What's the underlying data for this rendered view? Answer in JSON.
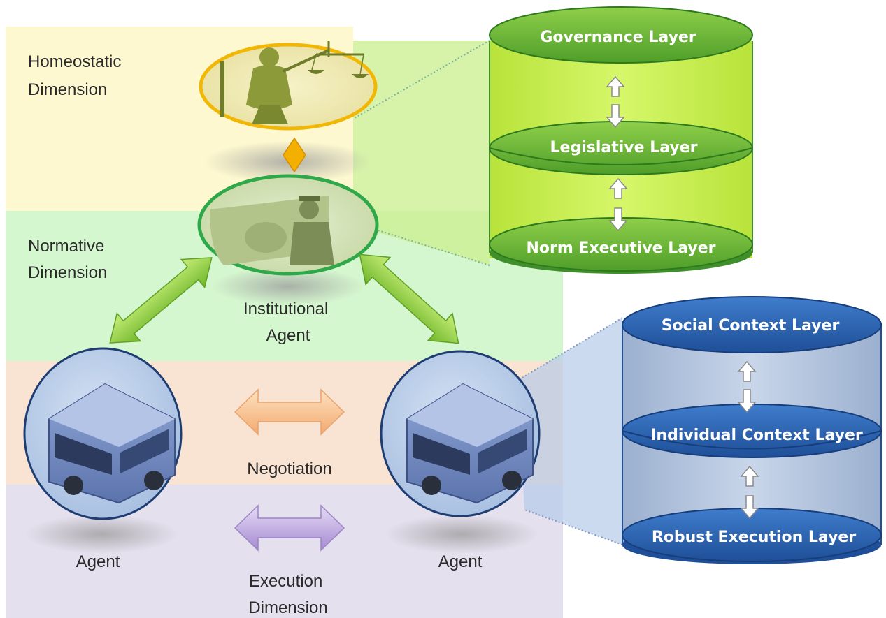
{
  "dimensions": {
    "homeostatic": [
      "Homeostatic",
      "Dimension"
    ],
    "normative": [
      "Normative",
      "Dimension"
    ],
    "execution": [
      "Execution",
      "Dimension"
    ]
  },
  "nodes": {
    "institutional_agent": [
      "Institutional",
      "Agent"
    ],
    "agent_left": "Agent",
    "agent_right": "Agent",
    "negotiation": "Negotiation"
  },
  "institutional_stack": {
    "layers": [
      "Governance Layer",
      "Legislative Layer",
      "Norm Executive Layer"
    ]
  },
  "agent_stack": {
    "layers": [
      "Social Context Layer",
      "Individual Context Layer",
      "Robust Execution Layer"
    ]
  },
  "colors": {
    "homeostatic_band": "#fdf8cf",
    "normative_band": "#d5f7cf",
    "negotiation_band": "#f9e3d2",
    "execution_band": "#e5e0ee",
    "green_cylinder": "#c6ec4a",
    "blue_cylinder": "#2e66b4",
    "gold_ring": "#f2b705"
  }
}
